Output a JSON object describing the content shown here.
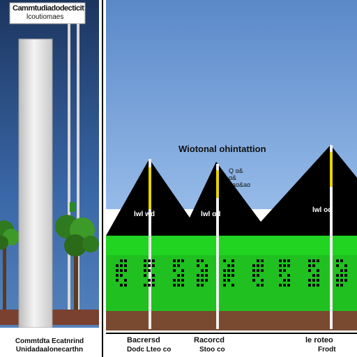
{
  "left_panel": {
    "header_line1": "Cammtudiadodecticit",
    "header_line2": "lcoutiomaes",
    "caption": "Commtdta Ecatnrind Unidadaalonecarthn"
  },
  "right_panel": {
    "title": "Wiotonal ohintattion",
    "annotation": "Q ɑ&\nɑ&\nhaɑ&aɑ",
    "roof_labels": [
      "lwl wd",
      "lwl ɑd",
      "lwl od"
    ],
    "footer_labels": [
      "Bacrersd",
      "Racorcd",
      "le roteo"
    ],
    "footer_sub": [
      "Dodc Lteo co",
      "Stoo co",
      "Frodt"
    ]
  },
  "colors": {
    "sky_top": "#5a88c8",
    "sky_bottom": "#8cb4e8",
    "grass": "#20c020",
    "soil": "#7a4a30",
    "roof": "#000000",
    "column": "#e8e8e8"
  }
}
